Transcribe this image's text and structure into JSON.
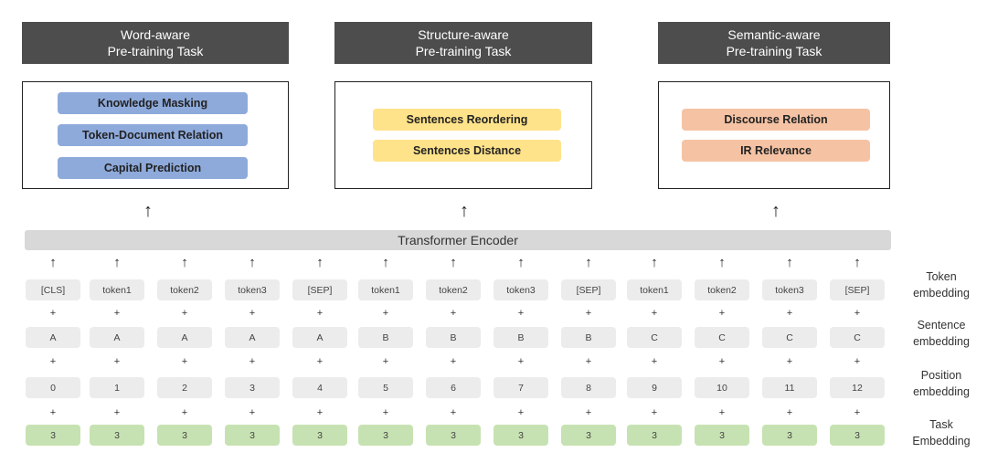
{
  "tasks": [
    {
      "header_line1": "Word-aware",
      "header_line2": "Pre-training Task",
      "items": [
        "Knowledge Masking",
        "Token-Document Relation",
        "Capital Prediction"
      ]
    },
    {
      "header_line1": "Structure-aware",
      "header_line2": "Pre-training Task",
      "items": [
        "Sentences Reordering",
        "Sentences Distance"
      ]
    },
    {
      "header_line1": "Semantic-aware",
      "header_line2": "Pre-training Task",
      "items": [
        "Discourse Relation",
        "IR Relevance"
      ]
    }
  ],
  "encoder_label": "Transformer Encoder",
  "arrow_glyph": "↑",
  "plus_glyph": "+",
  "rows": [
    {
      "label_line1": "Token",
      "label_line2": "embedding",
      "cells": [
        "[CLS]",
        "token1",
        "token2",
        "token3",
        "[SEP]",
        "token1",
        "token2",
        "token3",
        "[SEP]",
        "token1",
        "token2",
        "token3",
        "[SEP]"
      ]
    },
    {
      "label_line1": "Sentence",
      "label_line2": "embedding",
      "cells": [
        "A",
        "A",
        "A",
        "A",
        "A",
        "B",
        "B",
        "B",
        "B",
        "C",
        "C",
        "C",
        "C"
      ]
    },
    {
      "label_line1": "Position",
      "label_line2": "embedding",
      "cells": [
        "0",
        "1",
        "2",
        "3",
        "4",
        "5",
        "6",
        "7",
        "8",
        "9",
        "10",
        "11",
        "12"
      ]
    },
    {
      "label_line1": "Task",
      "label_line2": "Embedding",
      "cells": [
        "3",
        "3",
        "3",
        "3",
        "3",
        "3",
        "3",
        "3",
        "3",
        "3",
        "3",
        "3",
        "3"
      ]
    }
  ],
  "colors": {
    "header_bg": "#4d4d4d",
    "word_pill": "#8eaadb",
    "structure_pill": "#ffe38a",
    "semantic_pill": "#f5c3a4",
    "encoder_bg": "#d8d8d8",
    "embedding_cell": "#ececec",
    "task_cell": "#c7e2b2"
  }
}
